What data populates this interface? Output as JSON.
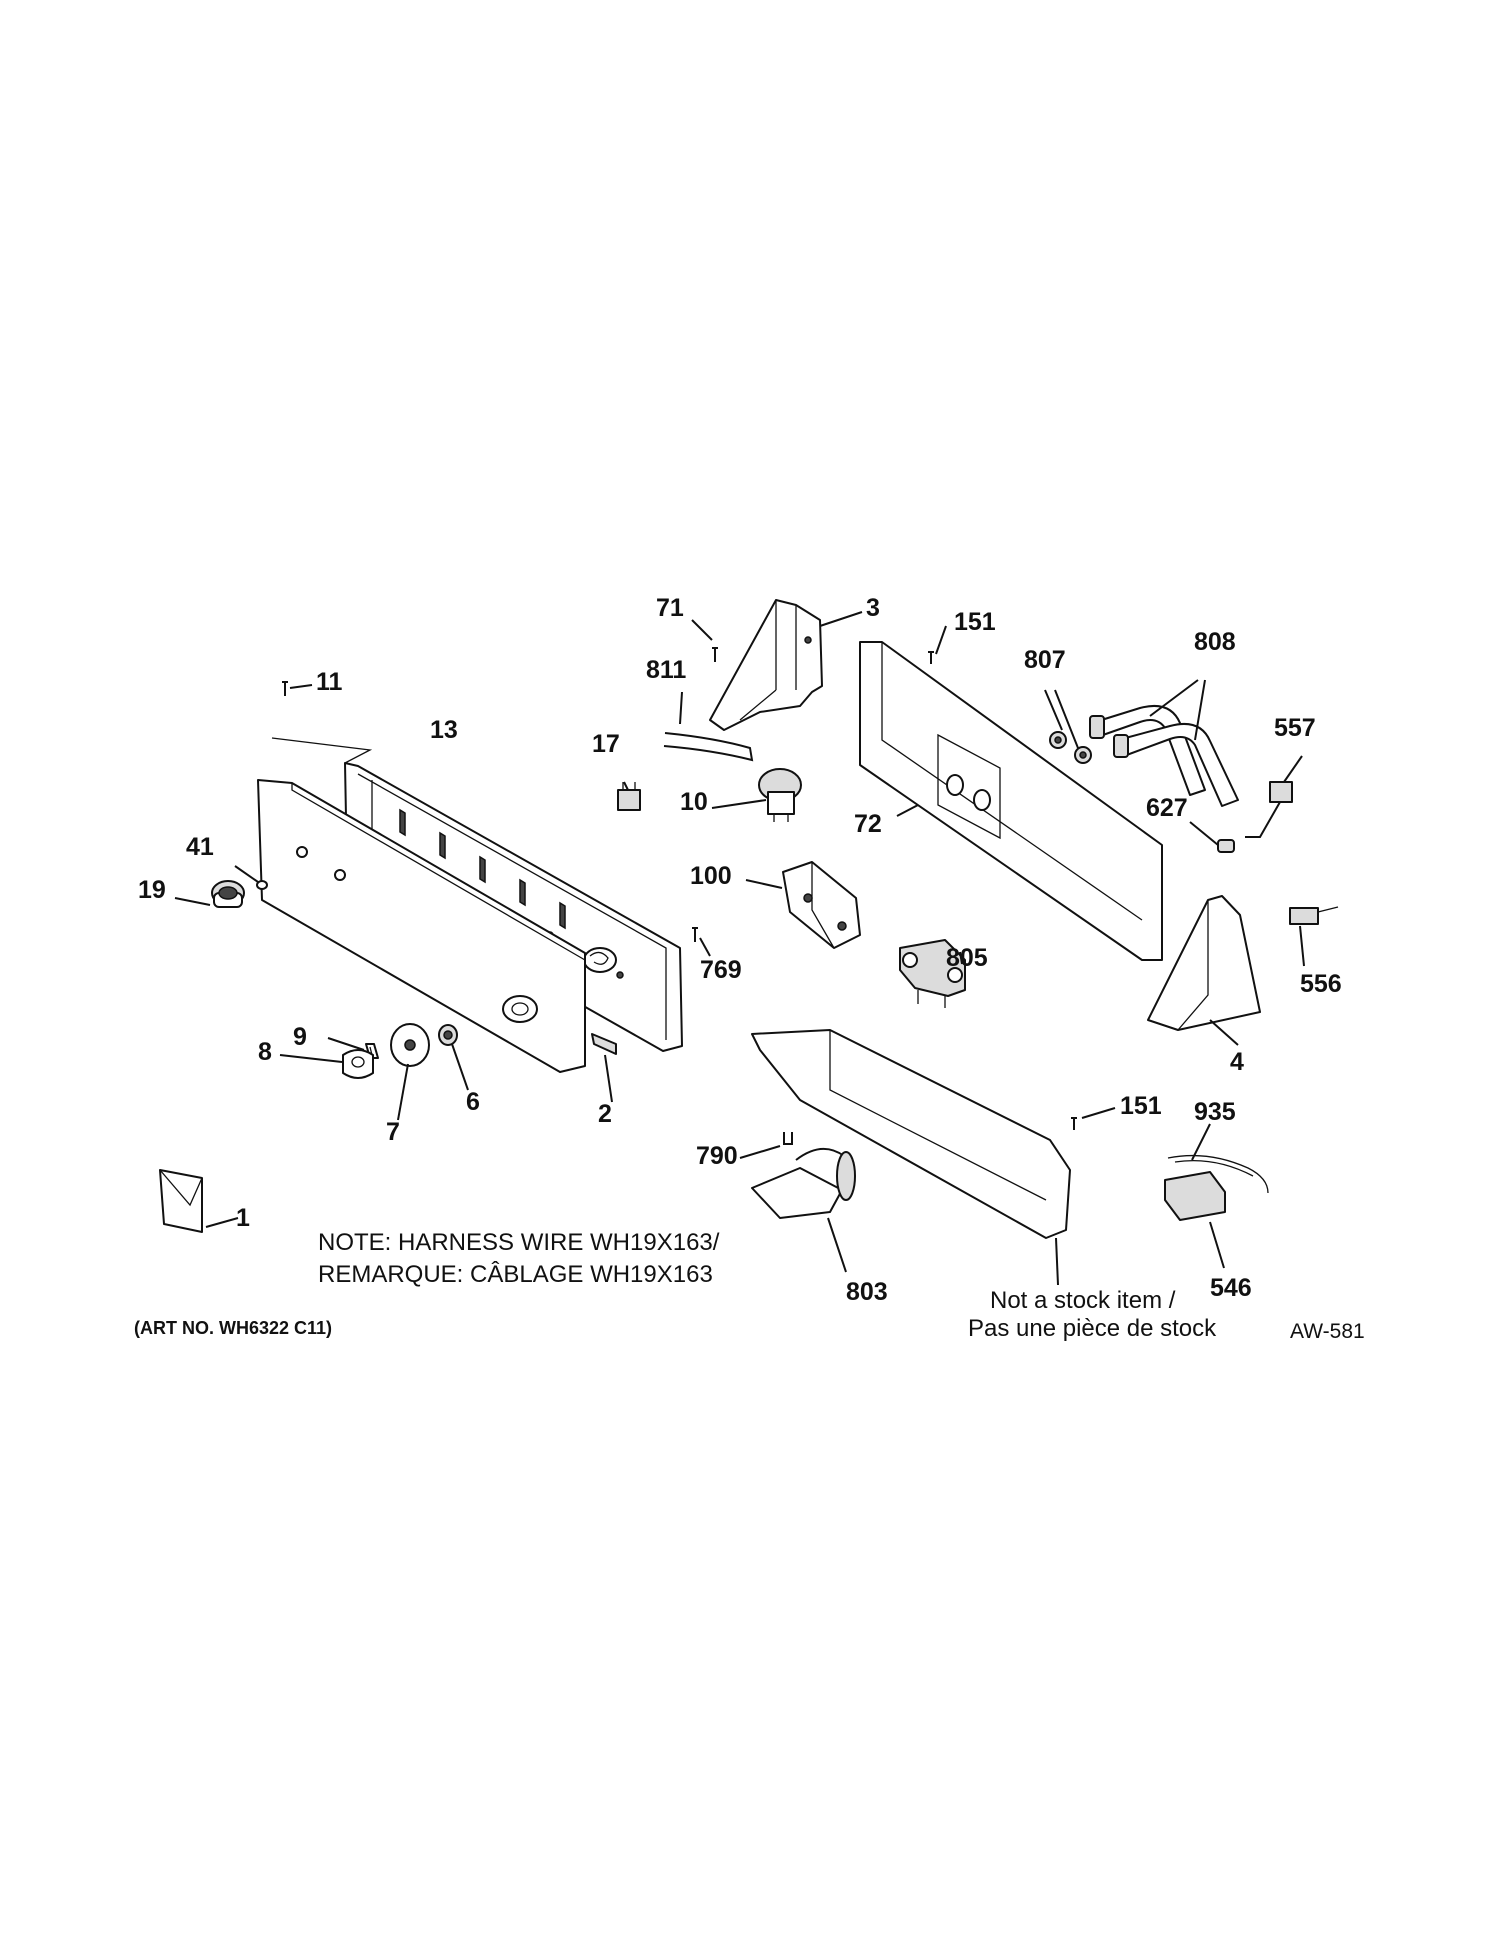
{
  "diagram": {
    "callouts": {
      "c1": "1",
      "c2": "2",
      "c3": "3",
      "c4": "4",
      "c6": "6",
      "c7": "7",
      "c8": "8",
      "c9": "9",
      "c10": "10",
      "c11": "11",
      "c13": "13",
      "c17": "17",
      "c19": "19",
      "c41": "41",
      "c71": "71",
      "c72": "72",
      "c100": "100",
      "c151a": "151",
      "c151b": "151",
      "c546": "546",
      "c556": "556",
      "c557": "557",
      "c627": "627",
      "c769": "769",
      "c790": "790",
      "c803": "803",
      "c805": "805",
      "c807": "807",
      "c808": "808",
      "c811": "811",
      "c935": "935"
    },
    "note_line1": "NOTE: HARNESS WIRE WH19X163/",
    "note_line2": "REMARQUE: CÂBLAGE WH19X163",
    "not_stock_line1": "Not a stock item /",
    "not_stock_line2": "Pas une pièce de stock",
    "art_no": "(ART NO. WH6322 C11)",
    "code": "AW-581"
  }
}
